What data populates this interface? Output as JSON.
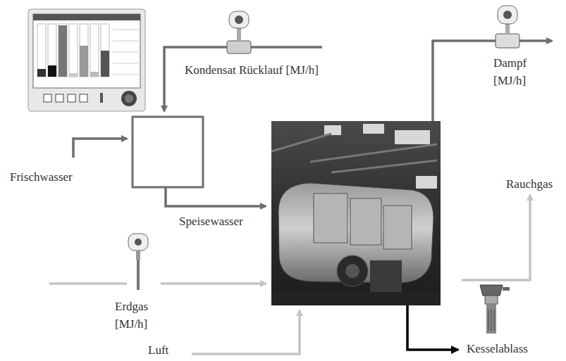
{
  "diagram": {
    "labels": [
      "Kondensat Rücklauf [MJ/h]",
      "Dampf [MJ/h]",
      "Frischwasser",
      "Speisewasser",
      "Rauchgas",
      "Erdgas [MJ/h]",
      "Luft",
      "Kesselablass"
    ]
  }
}
